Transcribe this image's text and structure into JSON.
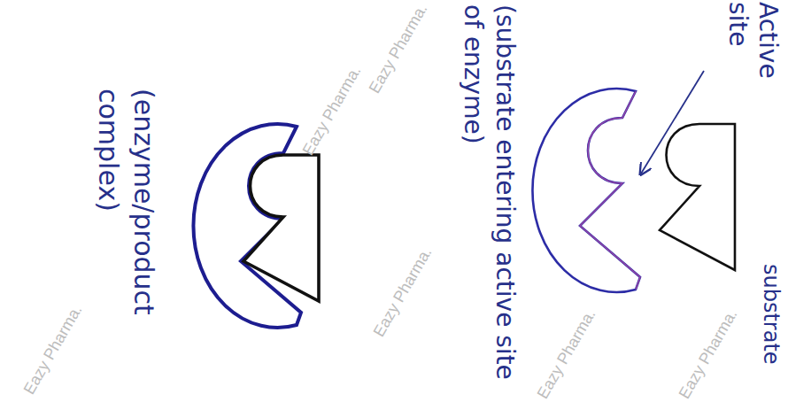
{
  "diagram": {
    "labels": [
      "Active site",
      "substrate",
      "(substrate entering active site of enzyme)",
      "(enzyme/product complex)",
      "Eazy Pharma.",
      "Eazy Pharma.",
      "Eazy Pharma.",
      "Eazy Pharma.",
      "Eazy Pharma.",
      "Eazy Pharma."
    ]
  }
}
